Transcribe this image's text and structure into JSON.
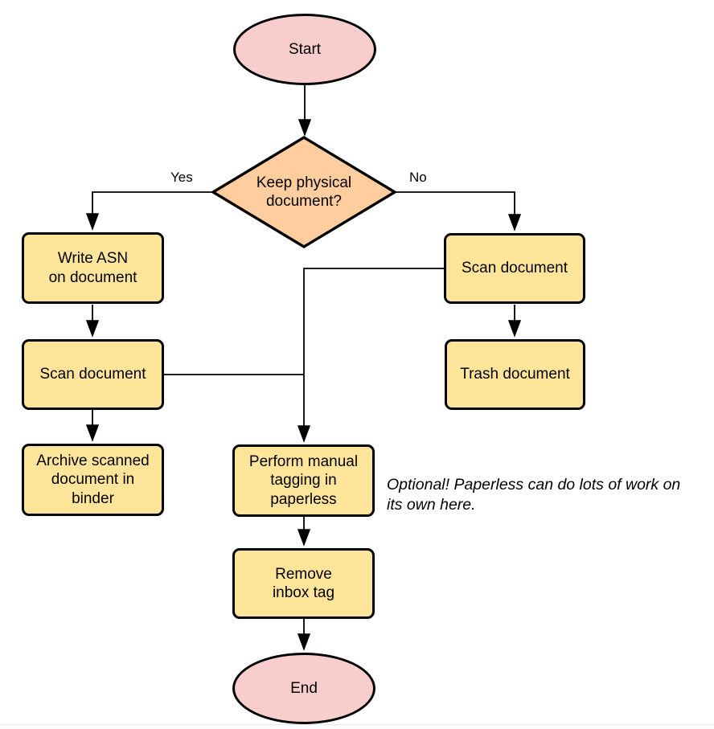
{
  "colors": {
    "node_pink": "#f8cecc",
    "node_orange": "#ffcd9e",
    "node_yellow": "#ffe59a",
    "border": "#000000",
    "edge": "#000000"
  },
  "nodes": {
    "start": {
      "label": "Start"
    },
    "decision": {
      "label": "Keep physical\ndocument?"
    },
    "write_asn": {
      "label": "Write ASN\non document"
    },
    "scan_left": {
      "label": "Scan document"
    },
    "archive": {
      "label": "Archive scanned\ndocument in\nbinder"
    },
    "scan_right": {
      "label": "Scan document"
    },
    "trash": {
      "label": "Trash document"
    },
    "tagging": {
      "label": "Perform manual\ntagging in\npaperless"
    },
    "remove_inbox": {
      "label": "Remove\ninbox tag"
    },
    "end": {
      "label": "End"
    }
  },
  "edge_labels": {
    "yes": "Yes",
    "no": "No"
  },
  "annotation": {
    "text": "Optional! Paperless can do lots of work on\nits own here."
  }
}
